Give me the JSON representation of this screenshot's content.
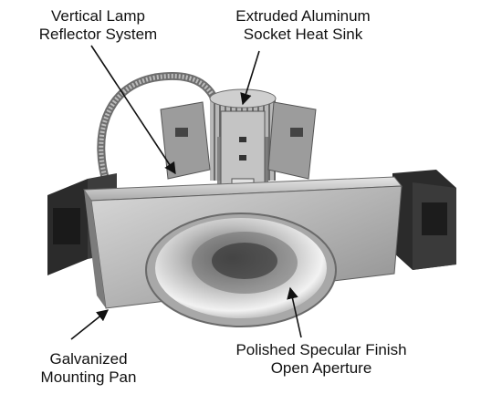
{
  "labels": {
    "reflector": {
      "line1": "Vertical Lamp",
      "line2": "Reflector System"
    },
    "heat_sink": {
      "line1": "Extruded Aluminum",
      "line2": "Socket Heat Sink"
    },
    "mounting_pan": {
      "line1": "Galvanized",
      "line2": "Mounting Pan"
    },
    "aperture": {
      "line1": "Polished Specular Finish",
      "line2": "Open Aperture"
    }
  },
  "colors": {
    "text": "#111111",
    "leader": "#111111",
    "metal_light": "#c9c9c9",
    "metal_mid": "#9a9a9a",
    "metal_dark": "#4a4a4a",
    "driver_box": "#2b2b2b"
  }
}
